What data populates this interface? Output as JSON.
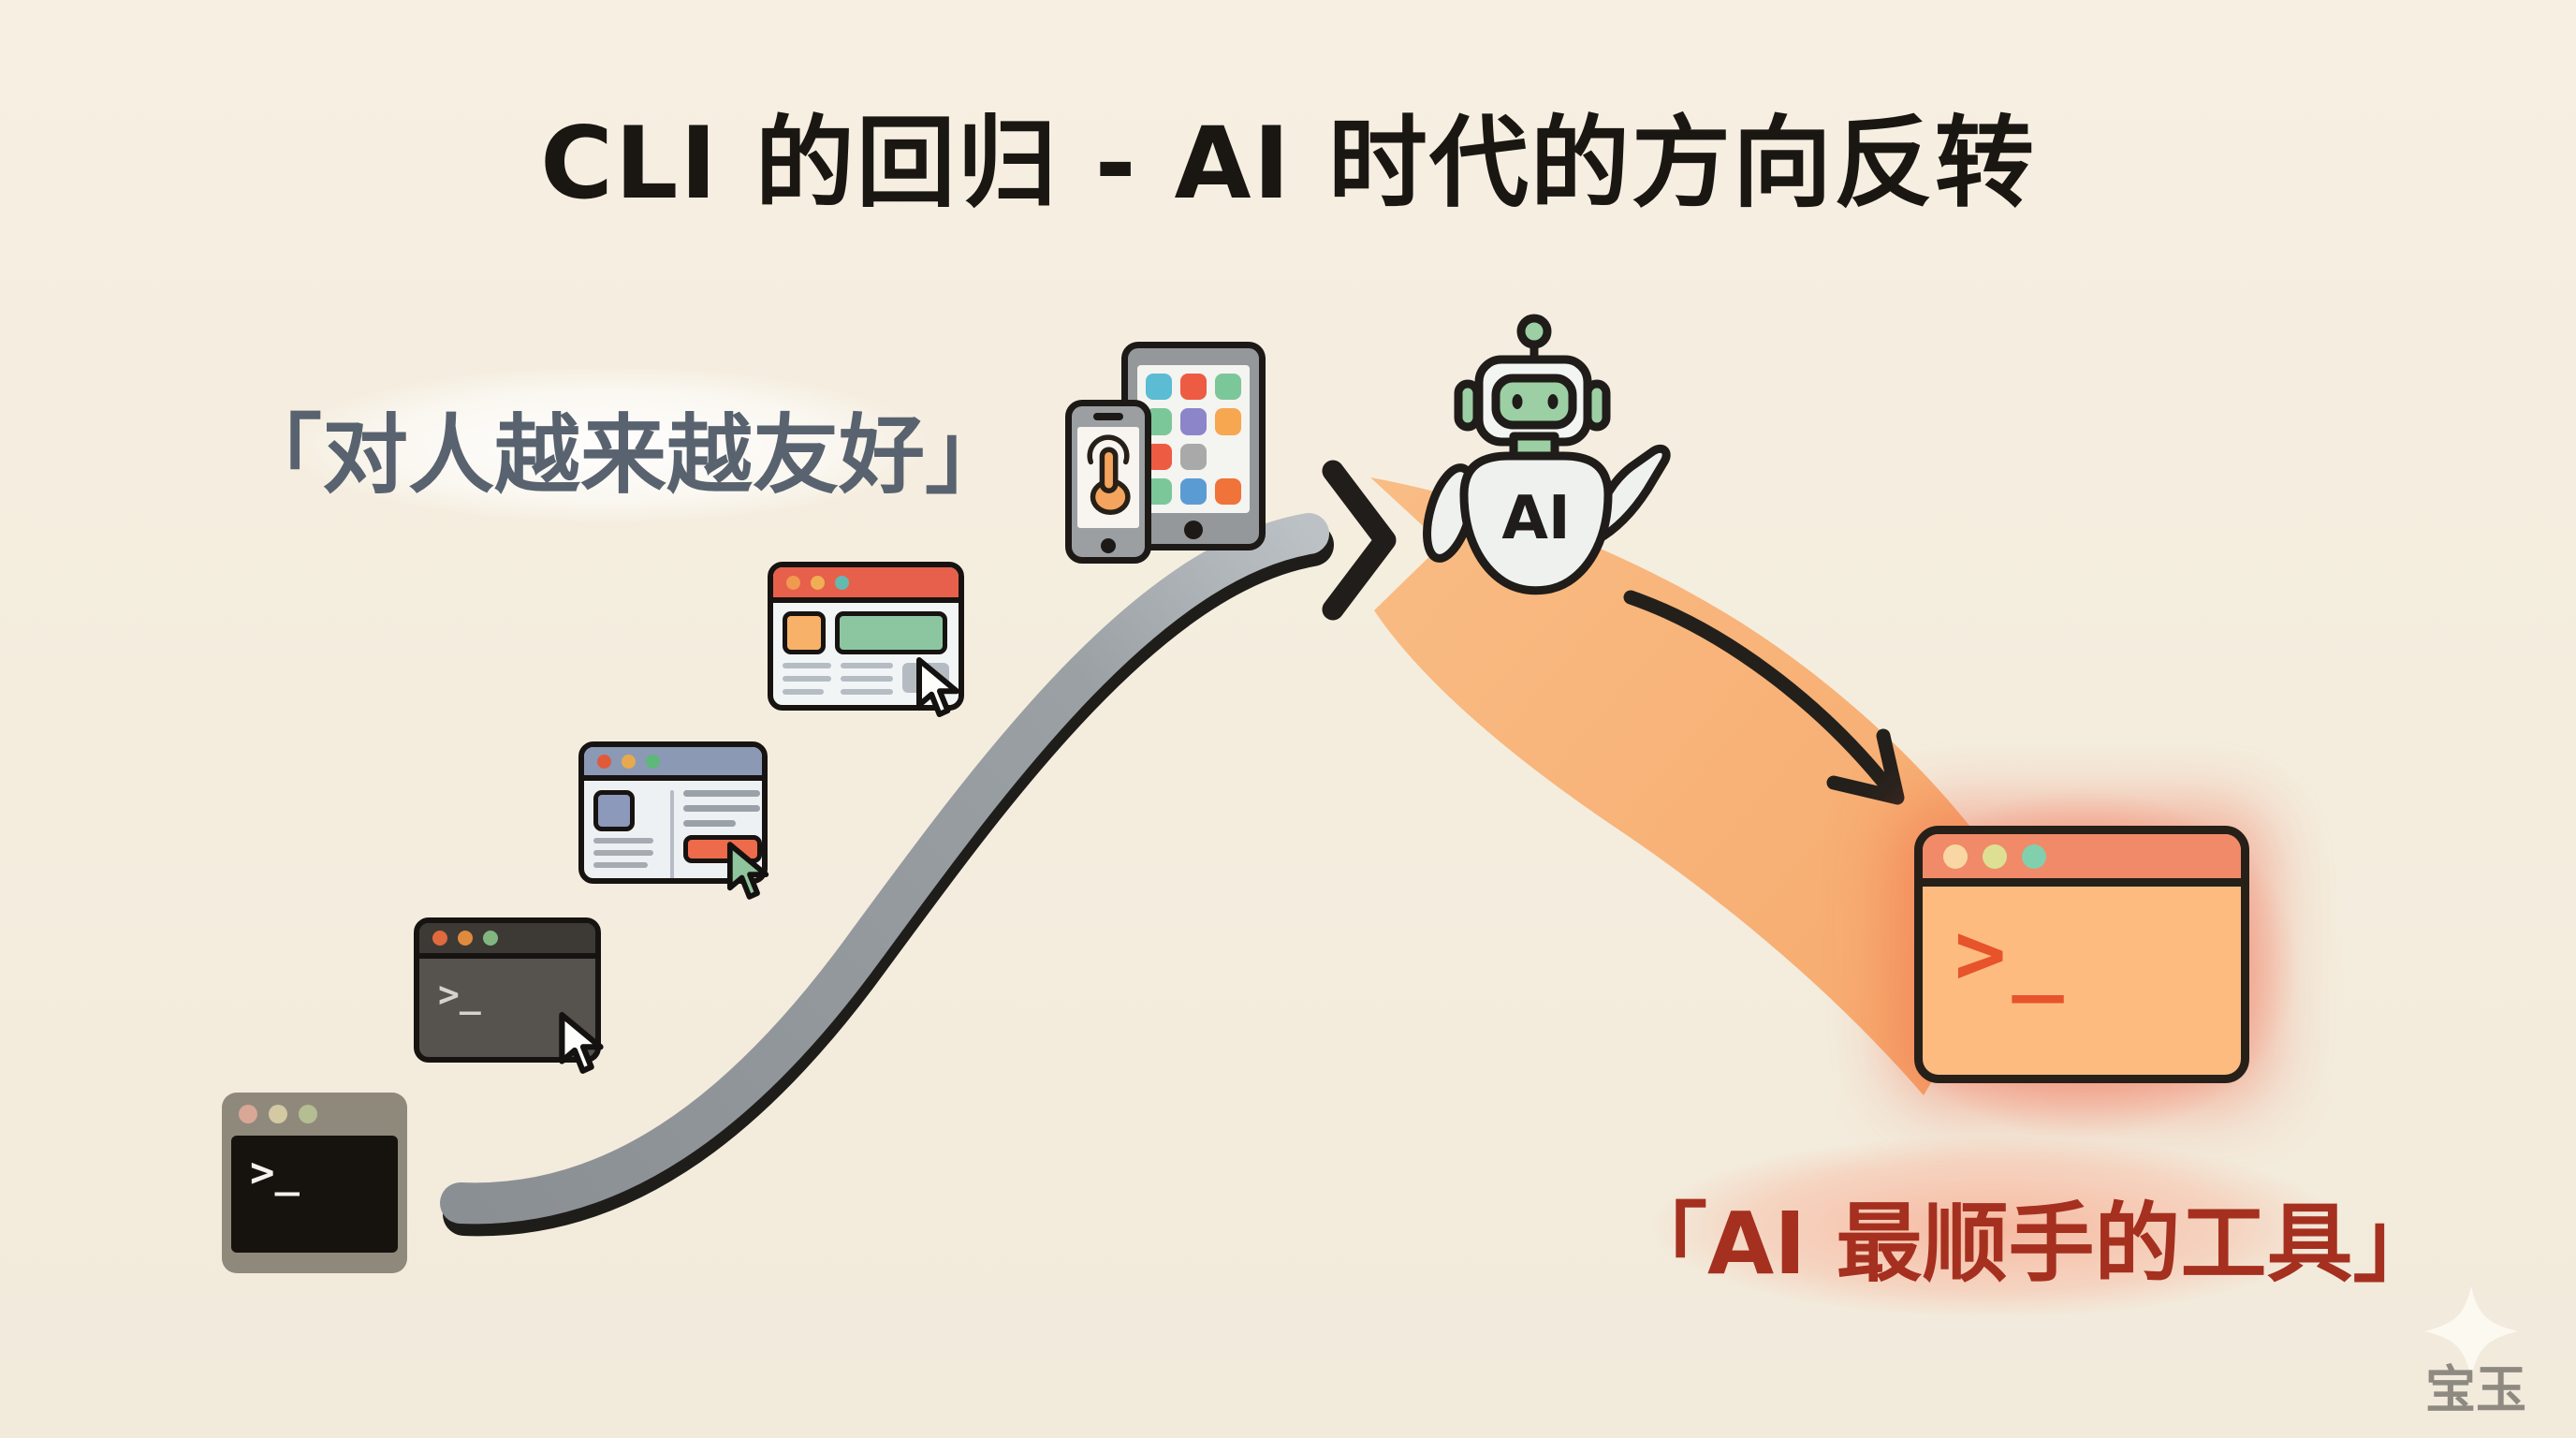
{
  "title": "CLI 的回归 - AI 时代的方向反转",
  "curve_labels": {
    "left": "「对人越来越友好」",
    "right": "「AI 最顺手的工具」"
  },
  "robot": {
    "badge": "AI"
  },
  "terminal_prompt": ">_",
  "watermark": {
    "text": "宝玉",
    "icon": "sparkle-icon"
  },
  "stage_icons": [
    "terminal-window-dark-icon",
    "terminal-window-gray-icon",
    "desktop-app-window-icon",
    "web-browser-window-icon",
    "phone-touch-icon",
    "tablet-apps-icon",
    "ai-robot-icon",
    "terminal-window-highlight-icon"
  ],
  "colors": {
    "background": "#f4edde",
    "title_text": "#1a1713",
    "left_label_text": "#59636f",
    "right_label_text": "#a5301f",
    "curve_gray": "#9aa0a4",
    "band_orange": "#f8b379",
    "terminal_glow": "#f2624a",
    "highlight_terminal_body": "#fdbb80",
    "highlight_terminal_bar": "#f08a68",
    "highlight_prompt": "#e7532a",
    "robot_green": "#9ccfa4"
  }
}
